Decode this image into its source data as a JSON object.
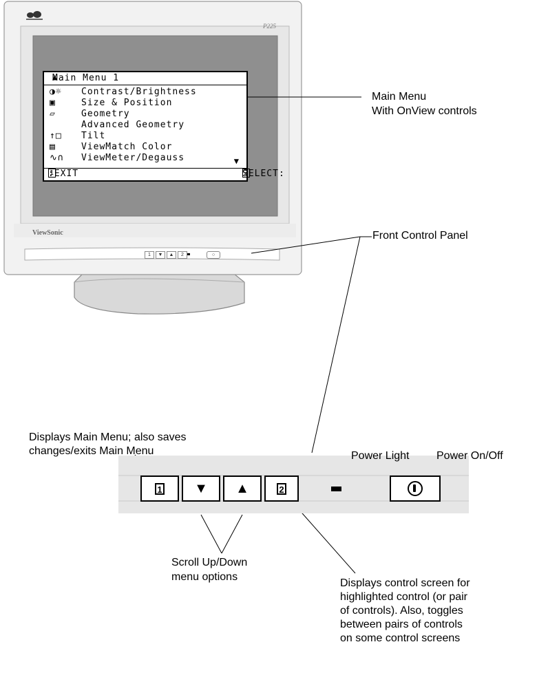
{
  "monitor": {
    "model": "P225",
    "brand": "ViewSonic",
    "logo": "ViewSonic birds logo"
  },
  "osd": {
    "title": "Main Menu 1",
    "up_arrow": "▲",
    "down_arrow": "▼",
    "items": [
      {
        "label": "Contrast/Brightness",
        "icon": "contrast-brightness-icon"
      },
      {
        "label": "Size & Position",
        "icon": "size-position-icon"
      },
      {
        "label": "Geometry",
        "icon": "geometry-icon"
      },
      {
        "label": "Advanced Geometry",
        "icon": ""
      },
      {
        "label": "Tilt",
        "icon": "tilt-icon"
      },
      {
        "label": "ViewMatch Color",
        "icon": "color-icon"
      },
      {
        "label": "ViewMeter/Degauss",
        "icon": "viewmeter-degauss-icon"
      }
    ],
    "exit_key": "1",
    "exit_text": ":EXIT",
    "select_text": "SELECT:",
    "select_key": "2"
  },
  "callouts": {
    "main_menu_line1": "Main Menu",
    "main_menu_line2": "With OnView controls",
    "front_panel": "Front Control Panel",
    "displays_main_line1": "Displays Main Menu; also saves",
    "displays_main_line2": "changes/exits Main Menu",
    "power_light": "Power Light",
    "power_onoff": "Power On/Off",
    "scroll_line1": "Scroll Up/Down",
    "scroll_line2": "menu options",
    "control_line1": "Displays control screen for",
    "control_line2": "highlighted control (or pair",
    "control_line3": "of controls). Also, toggles",
    "control_line4": "between pairs of controls",
    "control_line5": "on some control screens"
  },
  "panel": {
    "button1": "1",
    "down": "▼",
    "up": "▲",
    "button2": "2"
  },
  "colors": {
    "bezel": "#f2f2f2",
    "screen": "#8f8f8f",
    "panel": "#e6e6e6",
    "stand": "#d9d9d9"
  }
}
